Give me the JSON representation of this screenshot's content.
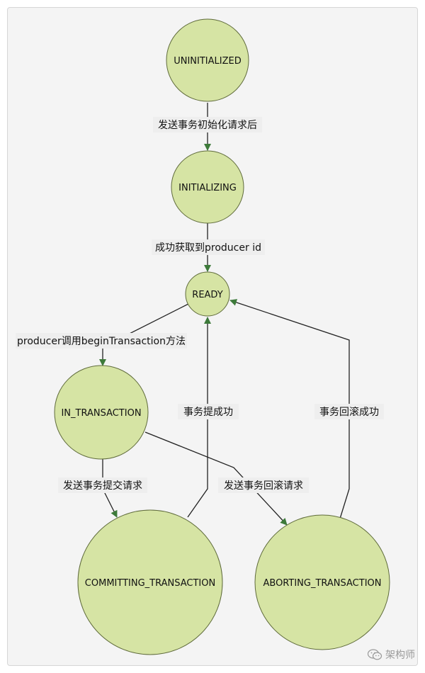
{
  "nodes": {
    "uninitialized": "UNINITIALIZED",
    "initializing": "INITIALIZING",
    "ready": "READY",
    "in_transaction": "IN_TRANSACTION",
    "committing": "COMMITTING_TRANSACTION",
    "aborting": "ABORTING_TRANSACTION"
  },
  "edges": {
    "send_init": "发送事务初始化请求后",
    "got_producer_id": "成功获取到producer id",
    "begin_transaction": "producer调用beginTransaction方法",
    "send_commit": "发送事务提交请求",
    "send_abort": "发送事务回滚请求",
    "commit_success": "事务提成功",
    "abort_success": "事务回滚成功"
  },
  "watermark": {
    "text": "架构师",
    "icon": "wechat-icon"
  },
  "colors": {
    "node_fill": "#d6e4a4",
    "arrow_head": "#3d7a3a",
    "edge": "#222222"
  }
}
